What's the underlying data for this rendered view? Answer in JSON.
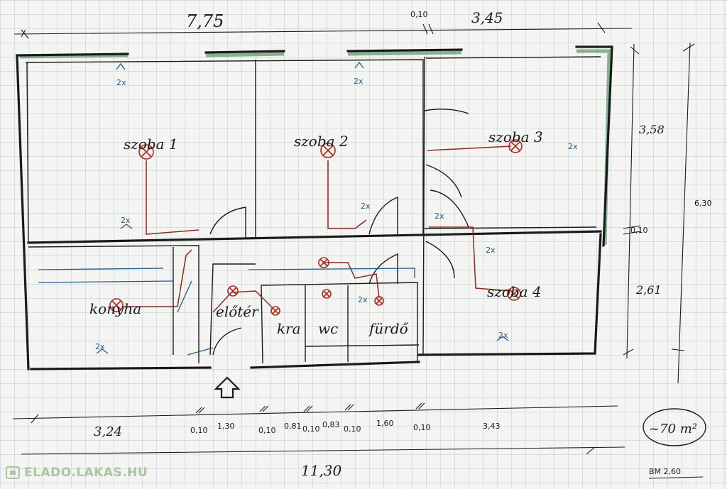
{
  "dimensions": {
    "top_left": "7,75",
    "top_wall": "0,10",
    "top_right": "3,45",
    "right_top": "3,58",
    "right_total": "6,30",
    "right_wall": "0,10",
    "right_bottom": "2,61"
  },
  "rooms": {
    "szoba1": "szoba 1",
    "szoba2": "szoba 2",
    "szoba3": "szoba 3",
    "szoba4": "szoba 4",
    "konyha": "konyha",
    "eloter": "előtér",
    "kamra": "kra",
    "wc": "wc",
    "furdo": "fürdő"
  },
  "sockets": {
    "s1": "2x",
    "s2": "2x",
    "s3": "2x",
    "s4": "2x",
    "s5": "2x",
    "s6": "2x",
    "s7": "2x",
    "s8": "2x",
    "s9": "2x",
    "s10": "2x"
  },
  "bottom": {
    "d1": "3,24",
    "d2": "0,10",
    "d3": "1,30",
    "d4": "0,10",
    "d5": "0,81",
    "d6": "0,10",
    "d7": "0,83",
    "d8": "0,10",
    "d9": "1,60",
    "d10": "0,10",
    "d11": "3,43",
    "total": "11,30"
  },
  "notes": {
    "area": "~70 m²",
    "ceiling": "BM 2,60"
  },
  "watermark": "ELADO.LAKAS.HU"
}
